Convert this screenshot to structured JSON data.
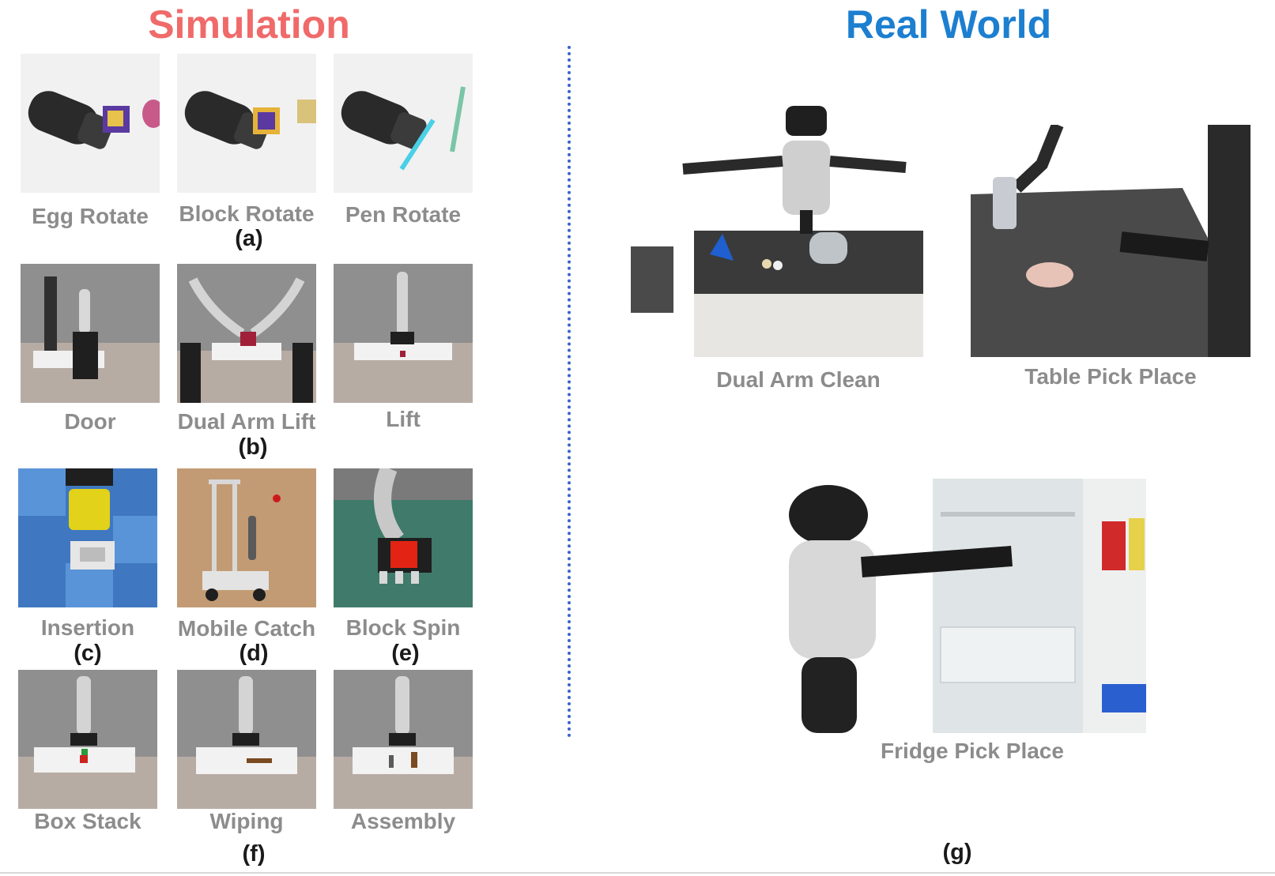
{
  "headers": {
    "simulation": "Simulation",
    "real_world": "Real World",
    "simulation_color": "#f06a6a",
    "real_world_color": "#1c7fd0"
  },
  "simulation": {
    "row_a": {
      "items": [
        "Egg Rotate",
        "Block Rotate",
        "Pen Rotate"
      ],
      "group": "(a)"
    },
    "row_b": {
      "items": [
        "Door",
        "Dual Arm Lift",
        "Lift"
      ],
      "group": "(b)"
    },
    "row_c": {
      "items": [
        "Insertion",
        "Mobile Catch",
        "Block Spin"
      ],
      "groups": [
        "(c)",
        "(d)",
        "(e)"
      ]
    },
    "row_f": {
      "items": [
        "Box Stack",
        "Wiping",
        "Assembly"
      ],
      "group": "(f)"
    }
  },
  "real_world": {
    "items": [
      "Dual Arm Clean",
      "Table Pick Place",
      "Fridge Pick Place"
    ],
    "group": "(g)"
  }
}
